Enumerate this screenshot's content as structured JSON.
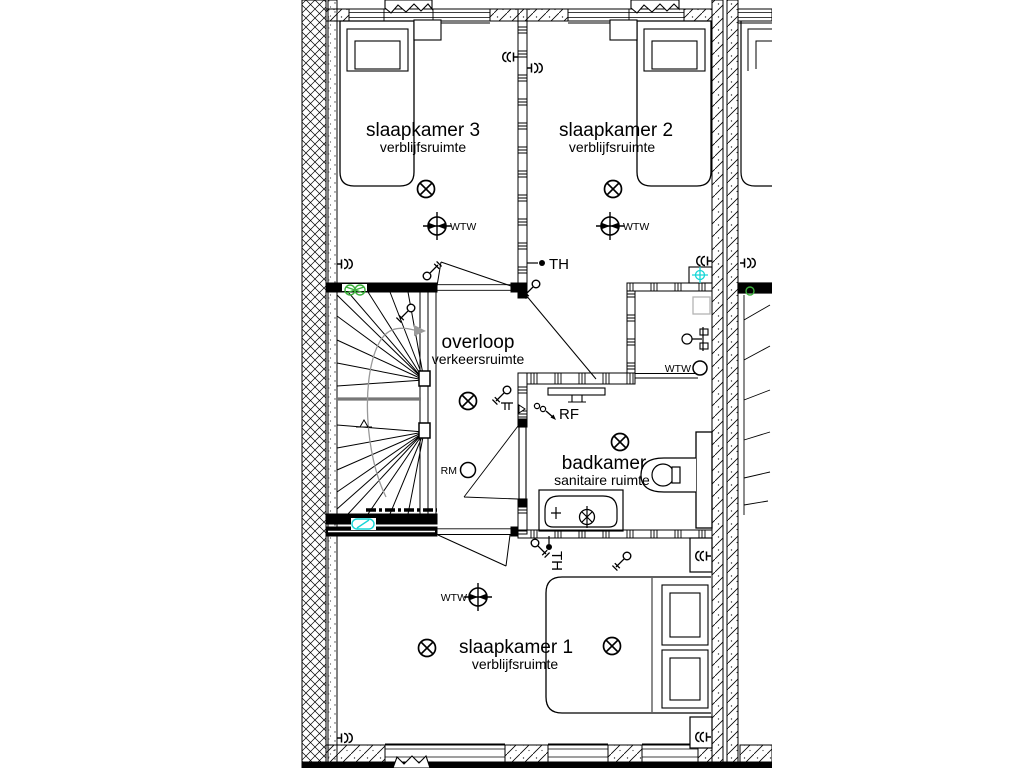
{
  "plan": {
    "rooms": [
      {
        "name": "slaapkamer 3",
        "subtitle": "verblijfsruimte"
      },
      {
        "name": "slaapkamer 2",
        "subtitle": "verblijfsruimte"
      },
      {
        "name": "overloop",
        "subtitle": "verkeersruimte"
      },
      {
        "name": "badkamer",
        "subtitle": "sanitaire ruimte"
      },
      {
        "name": "slaapkamer 1",
        "subtitle": "verblijfsruimte"
      }
    ],
    "annotations": {
      "wtw": "WTW",
      "th": "TH",
      "rf": "RF",
      "rm": "RM"
    },
    "colors": {
      "line": "#000000",
      "vent_supply_green": "#3cb03c",
      "vent_extract_cyan": "#17d6d6",
      "walkline_gray": "#8c8c8c",
      "drain_gray": "#b4b4b4"
    }
  }
}
